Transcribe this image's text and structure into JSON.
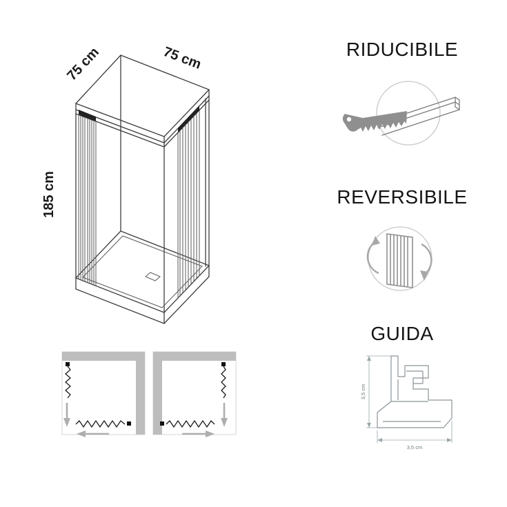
{
  "shower": {
    "dim_depth": "75 cm",
    "dim_width": "75 cm",
    "dim_height": "185 cm"
  },
  "features": {
    "riducibile": "RIDUCIBILE",
    "reversibile": "REVERSIBILE",
    "guida": "GUIDA"
  },
  "guida_profile": {
    "dim_vertical": "3,5 cm",
    "dim_horizontal": "3,5 cm"
  },
  "icons": {
    "riducibile": "saw-cutting-profile",
    "reversibile": "folding-panel-with-arrows",
    "guida": "guide-profile-cross-section"
  },
  "colors": {
    "line": "#3d3d3d",
    "band_gray": "#bdbdbd",
    "arrow_gray": "#aeaeae",
    "saw_gray": "#8f8f8f",
    "icon_circle_gray": "#cfcfcf",
    "background": "#ffffff"
  }
}
